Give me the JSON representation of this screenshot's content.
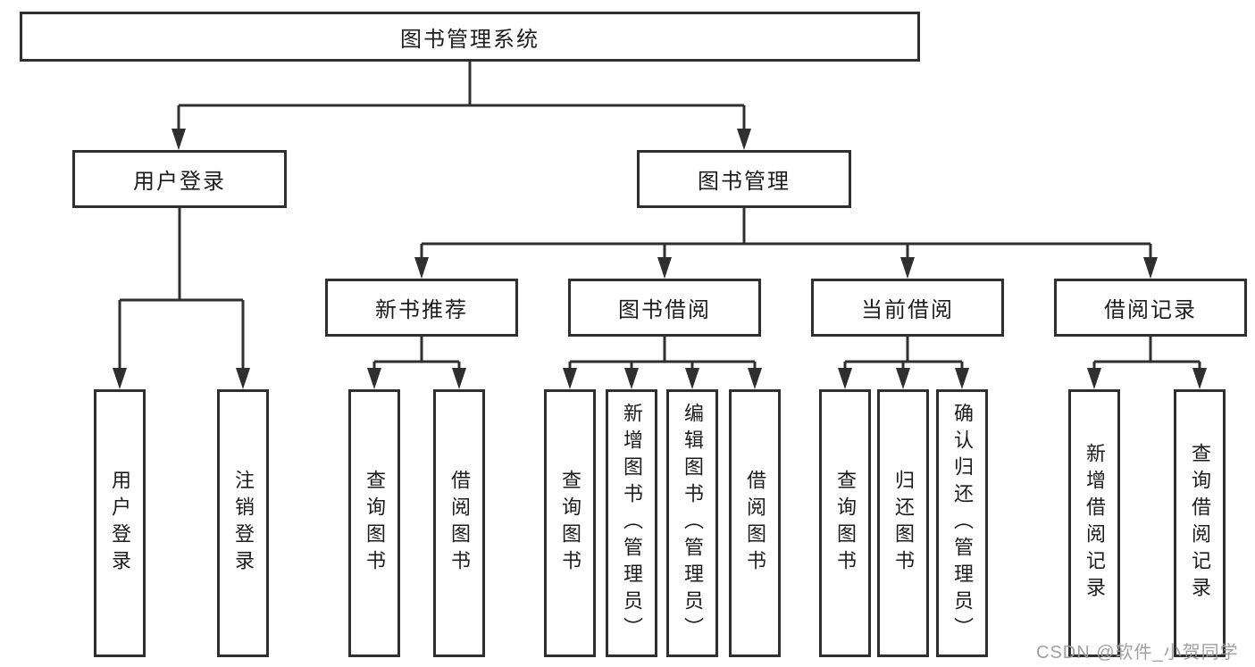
{
  "diagram": {
    "kind": "hierarchy-diagram",
    "tree": {
      "root": {
        "label": "图书管理系统"
      },
      "branches": [
        {
          "label": "用户登录",
          "children": [
            {
              "label": "用户登录"
            },
            {
              "label": "注销登录"
            }
          ]
        },
        {
          "label": "图书管理",
          "children": [
            {
              "label": "新书推荐",
              "children": [
                {
                  "label": "查询图书"
                },
                {
                  "label": "借阅图书"
                }
              ]
            },
            {
              "label": "图书借阅",
              "children": [
                {
                  "label": "查询图书"
                },
                {
                  "label": "新增图书（管理员）"
                },
                {
                  "label": "编辑图书（管理员）"
                },
                {
                  "label": "借阅图书"
                }
              ]
            },
            {
              "label": "当前借阅",
              "children": [
                {
                  "label": "查询图书"
                },
                {
                  "label": "归还图书"
                },
                {
                  "label": "确认归还（管理员）"
                }
              ]
            },
            {
              "label": "借阅记录",
              "children": [
                {
                  "label": "新增借阅记录"
                },
                {
                  "label": "查询借阅记录"
                }
              ]
            }
          ]
        }
      ]
    },
    "colors": {
      "line": "#2f2f2f",
      "box_border": "#2f2f2f",
      "text": "#1c1c1c",
      "watermark": "#9b9b9e",
      "background": "#ffffff"
    }
  },
  "watermark": {
    "text": "CSDN @软件_小贺同学"
  }
}
